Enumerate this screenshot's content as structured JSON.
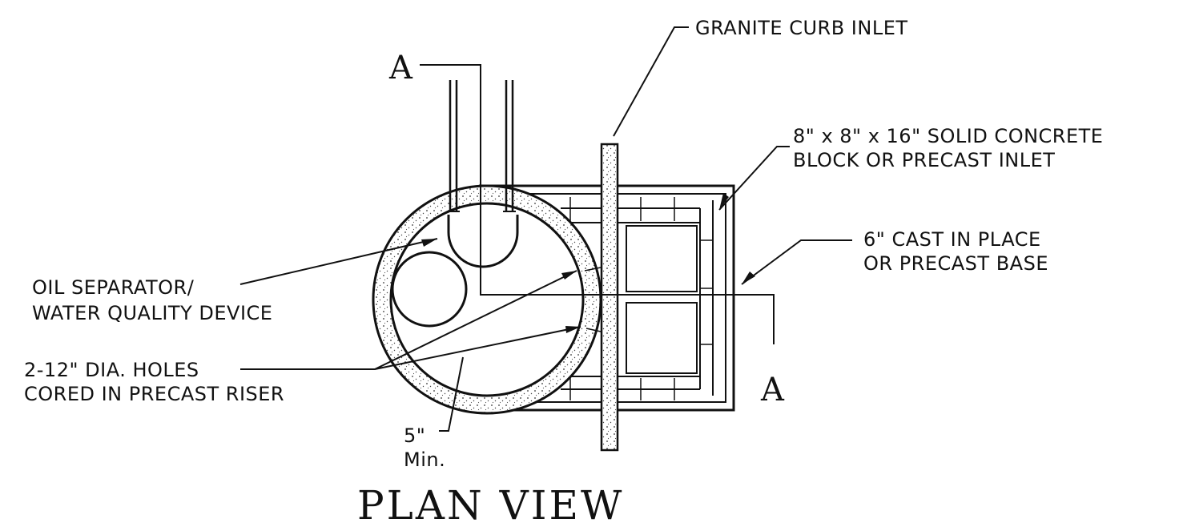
{
  "title": "PLAN VIEW",
  "section_marker": "A",
  "labels": {
    "granite_curb": "GRANITE CURB INLET",
    "block_line1": "8\" x 8\" x 16\" SOLID CONCRETE",
    "block_line2": "BLOCK OR PRECAST INLET",
    "base_line1": "6\" CAST IN PLACE",
    "base_line2": "OR PRECAST BASE",
    "oil_line1": "OIL SEPARATOR/",
    "oil_line2": "WATER QUALITY DEVICE",
    "holes_line1": "2-12\" DIA. HOLES",
    "holes_line2": "CORED IN PRECAST RISER",
    "min_line1": "5\"",
    "min_line2": "Min."
  }
}
